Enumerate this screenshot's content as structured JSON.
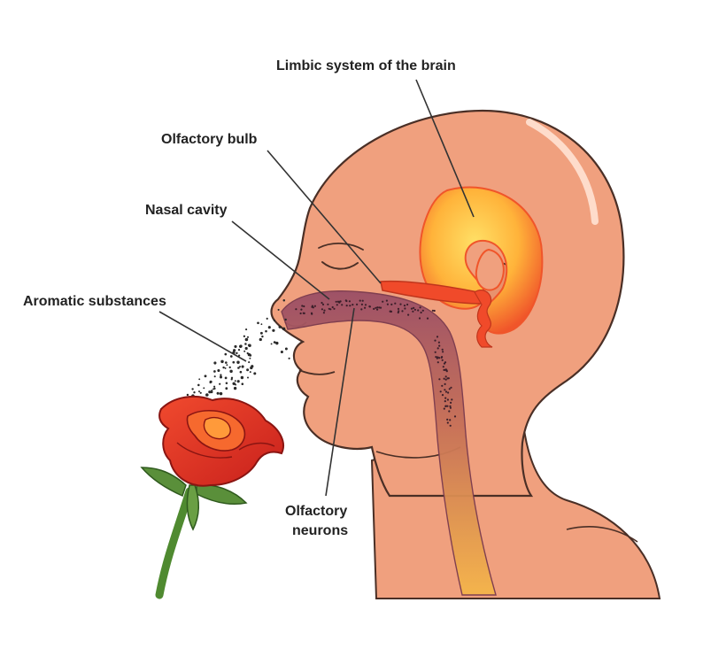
{
  "labels": {
    "limbic": "Limbic system of the brain",
    "bulb": "Olfactory bulb",
    "nasal": "Nasal cavity",
    "aromatic": "Aromatic substances",
    "neurons_line1": "Olfactory",
    "neurons_line2": "neurons"
  },
  "colors": {
    "skin": "#f0a07e",
    "skin_outline": "#4a2f26",
    "skin_shade": "#e4896a",
    "brain_glow": "#ffd24a",
    "brain_edge": "#f0552a",
    "nasal_passage": "#9a4e66",
    "pathway": "#e88a4e",
    "petal": "#e8372a",
    "petal_dark": "#b51d1a",
    "leaf": "#5a8f3a",
    "stem": "#4f8a30",
    "label_text": "#222222",
    "leader_line": "#333333"
  },
  "icons": {
    "head": "human-head-profile-icon",
    "flower": "rose-icon"
  }
}
